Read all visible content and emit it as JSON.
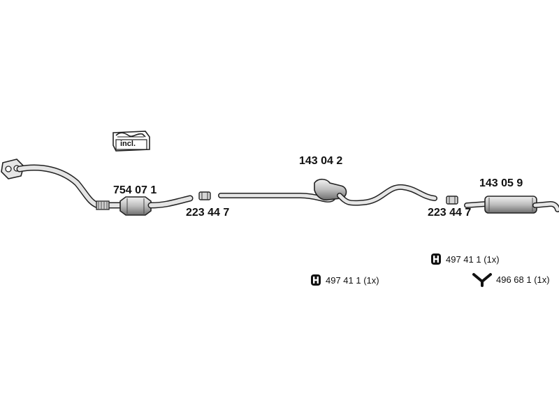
{
  "parts": {
    "downpipe_catalyst": "754 07 1",
    "clamp_front": "223 44 7",
    "middle_silencer": "143 04 2",
    "clamp_rear": "223 44 7",
    "rear_silencer": "143 05 9"
  },
  "hardware": {
    "rubber_mount_rear": "497 41 1 (1x)",
    "rubber_mount_center": "497 41 1 (1x)",
    "bracket": "496 68 1 (1x)"
  },
  "incl_badge": "incl."
}
